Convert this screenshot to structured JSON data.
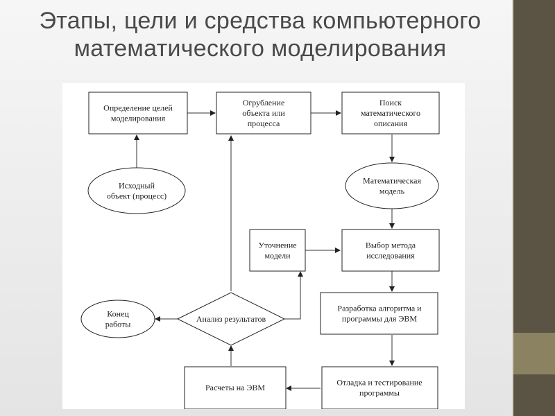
{
  "slide": {
    "title": "Этапы, цели и средства компьютерного математического моделирования"
  },
  "nodes": {
    "goal": [
      "Определение целей",
      "моделирования"
    ],
    "coarsen": [
      "Огрубление",
      "объекта или",
      "процесса"
    ],
    "search": [
      "Поиск",
      "математического",
      "описания"
    ],
    "source": [
      "Исходный",
      "объект (процесс)"
    ],
    "mathmodel": [
      "Математическая",
      "модель"
    ],
    "refine": [
      "Уточнение",
      "модели"
    ],
    "method": [
      "Выбор метода",
      "исследования"
    ],
    "end": [
      "Конец",
      "работы"
    ],
    "analysis": [
      "Анализ результатов"
    ],
    "algorithm": [
      "Разработка алгоритма и",
      "программы для ЭВМ"
    ],
    "compute": [
      "Расчеты на ЭВМ"
    ],
    "debug": [
      "Отладка и тестирование",
      "программы"
    ]
  },
  "colors": {
    "side_bar": "#5b5343",
    "side_accent": "#8b8262",
    "title_text": "#4a4a4a",
    "stroke": "#222222"
  }
}
